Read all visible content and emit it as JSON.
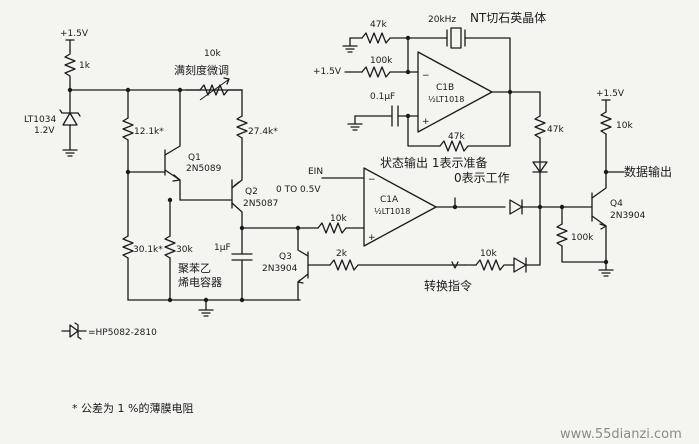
{
  "labels": {
    "vplus_left": "+1.5V",
    "r_1k": "1k",
    "ref_part": "LT1034",
    "ref_volt": "1.2V",
    "r_12k": "12.1k*",
    "r_10k_pot": "10k",
    "pot_label": "满刻度微调",
    "r_274k": "27.4k*",
    "q1_ref": "Q1",
    "q1_part": "2N5089",
    "q2_ref": "Q2",
    "q2_part": "2N5087",
    "r_301k": "30.1k*",
    "r_30k": "30k",
    "cap_1uf": "1μF",
    "cap_name_1": "聚苯乙",
    "cap_name_2": "烯电容器",
    "q3_ref": "Q3",
    "q3_part": "2N3904",
    "r_2k": "2k",
    "r_10k_a": "10k",
    "r_10k_b": "10k",
    "ein": "EIN",
    "ein_range": "0 TO 0.5V",
    "c1a_ref": "C1A",
    "c1a_part": "½LT1018",
    "c1b_ref": "C1B",
    "c1b_part": "½LT1018",
    "r_47k_top": "47k",
    "r_100k": "100k",
    "vplus_mid": "+1.5V",
    "cap_01uf": "0.1μF",
    "r_47k_fb": "47k",
    "r_47k_right": "47k",
    "crystal_freq": "20kHz",
    "crystal_desc": "NT切石英晶体",
    "status_1": "状态输出 1表示准备",
    "status_2": "0表示工作",
    "convert_cmd": "转换指令",
    "vplus_right": "+1.5V",
    "r_10k_right": "10k",
    "data_out": "数据输出",
    "q4_ref": "Q4",
    "q4_part": "2N3904",
    "r_100k_right": "100k",
    "diode_part": "=HP5082-2810",
    "footnote": "* 公差为 1 %的薄膜电阻",
    "watermark": "www.55dianzi.com"
  }
}
